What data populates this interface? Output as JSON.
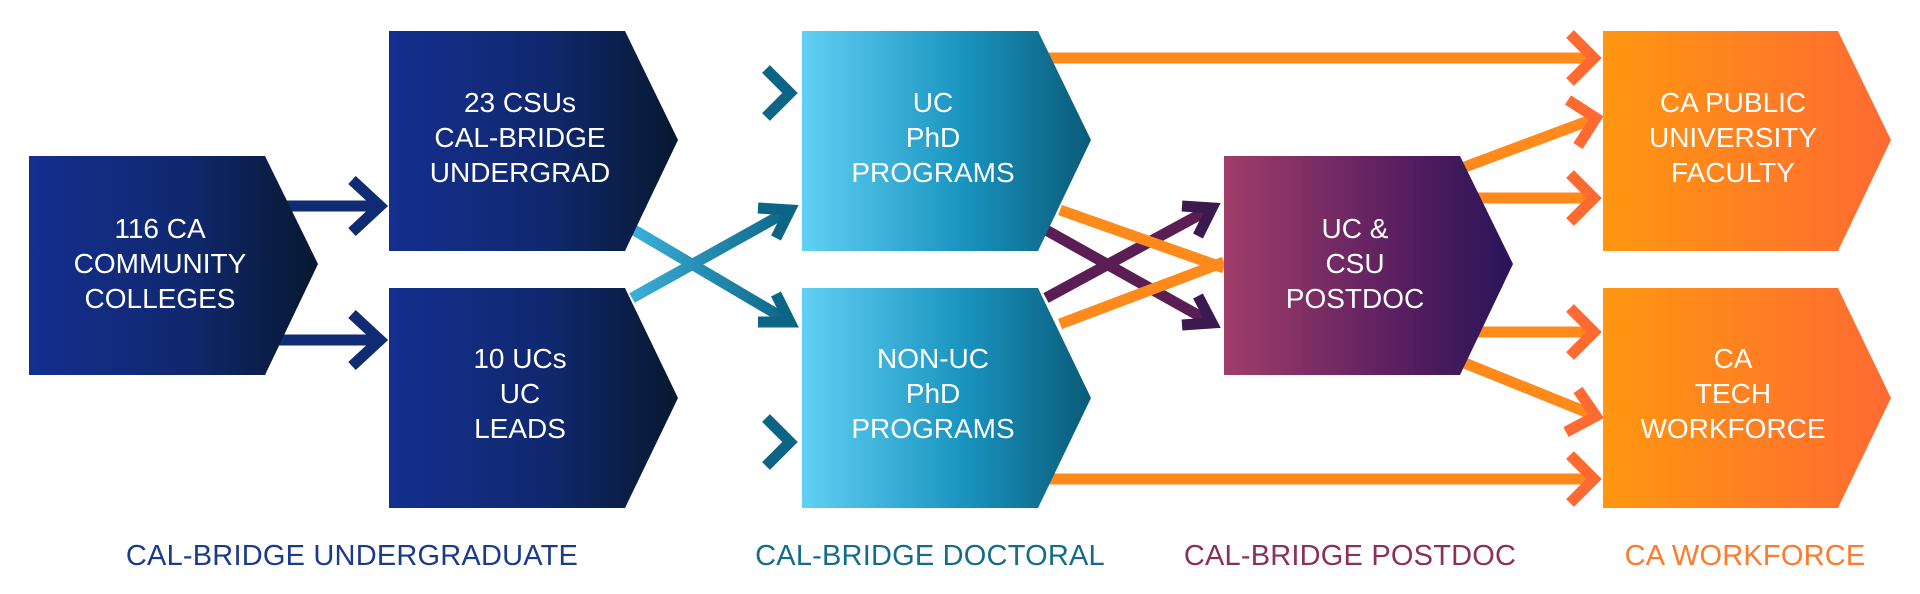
{
  "nodes": {
    "cc": {
      "lines": [
        "116 CA",
        "COMMUNITY",
        "COLLEGES"
      ]
    },
    "csu": {
      "lines": [
        "23 CSUs",
        "CAL-BRIDGE",
        "UNDERGRAD"
      ]
    },
    "uc10": {
      "lines": [
        "10 UCs",
        "UC",
        "LEADS"
      ]
    },
    "ucphd": {
      "lines": [
        "UC",
        "PhD",
        "PROGRAMS"
      ]
    },
    "nonuc": {
      "lines": [
        "NON-UC",
        "PhD",
        "PROGRAMS"
      ]
    },
    "postdoc": {
      "lines": [
        "UC &",
        "CSU",
        "POSTDOC"
      ]
    },
    "faculty": {
      "lines": [
        "CA PUBLIC",
        "UNIVERSITY",
        "FACULTY"
      ]
    },
    "tech": {
      "lines": [
        "CA",
        "TECH",
        "WORKFORCE"
      ]
    }
  },
  "stages": {
    "undergrad": "CAL-BRIDGE UNDERGRADUATE",
    "doctoral": "CAL-BRIDGE DOCTORAL",
    "postdoc": "CAL-BRIDGE POSTDOC",
    "workforce": "CA WORKFORCE"
  },
  "colors": {
    "navy": "#142f8f",
    "navy_dark": "#0a1d3a",
    "teal_light": "#5fcdf2",
    "teal_dark": "#0b5f7c",
    "purple": "#9c3a66",
    "purple_dark": "#2a1458",
    "orange": "#ff8f12",
    "orange_dark": "#ff6a30",
    "arrow_navy": "#0f2b73",
    "arrow_teal_light": "#3aaed8",
    "arrow_teal_dark": "#0d6585",
    "arrow_purple": "#5a1e55",
    "arrow_orange": "#ff8a1c",
    "label_navy": "#1a3a8c",
    "label_teal": "#146c8c",
    "label_purple": "#8b2f5c",
    "label_orange": "#ff7a2a"
  }
}
